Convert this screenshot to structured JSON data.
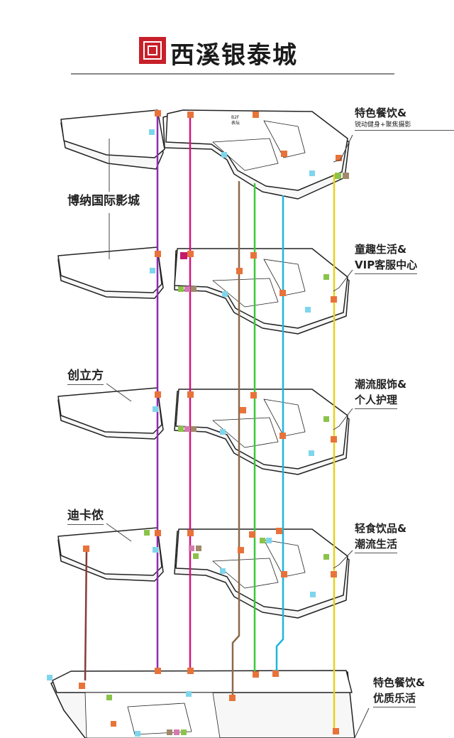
{
  "brand": {
    "name": "西溪银泰城",
    "logo_icon": "square-seal-icon",
    "accent": "#c8202a"
  },
  "floor_labels_left": [
    {
      "text": "博纳国际影城"
    },
    {
      "text": "创立方"
    },
    {
      "text": "迪卡侬"
    }
  ],
  "floor_labels_right": [
    {
      "line1": "特色餐饮&",
      "line2": "锐动健身+聚焦摄影"
    },
    {
      "line1": "童趣生活&",
      "line2": "VIP客服中心"
    },
    {
      "line1": "潮流服饰&",
      "line2": "个人护理"
    },
    {
      "line1": "轻食饮品&",
      "line2": "潮流生活"
    },
    {
      "line1": "特色餐饮&",
      "line2": "优质乐活"
    }
  ],
  "map_marks": {
    "b2f": "B2F",
    "biaoshi": "表坛"
  },
  "colors": {
    "purple": "#8e2bb5",
    "magenta": "#d4147a",
    "brown": "#8b6a4a",
    "green": "#3ac83a",
    "cyan": "#1fb6e0",
    "yellow": "#e6d21a",
    "red_brown": "#8a3a3a",
    "orange": "#e8733a"
  }
}
